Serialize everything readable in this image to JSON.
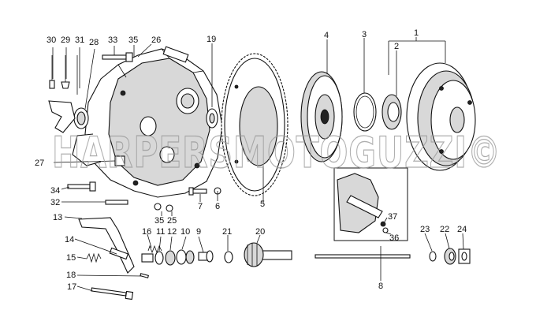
{
  "watermark": "HARPERSMOTOGUZZI©",
  "labels": {
    "p1": "1",
    "p2": "2",
    "p3": "3",
    "p4": "4",
    "p5": "5",
    "p6": "6",
    "p7": "7",
    "p8": "8",
    "p9": "9",
    "p10": "10",
    "p11": "11",
    "p12": "12",
    "p13": "13",
    "p14": "14",
    "p15": "15",
    "p16": "16",
    "p17": "17",
    "p18": "18",
    "p19": "19",
    "p20": "20",
    "p21": "21",
    "p22": "22",
    "p23": "23",
    "p24": "24",
    "p25": "25",
    "p26": "26",
    "p27": "27",
    "p28": "28",
    "p29": "29",
    "p30": "30",
    "p31": "31",
    "p32": "32",
    "p33": "33",
    "p34": "34",
    "p35a": "35",
    "p35b": "35",
    "p36": "36",
    "p37": "37"
  }
}
